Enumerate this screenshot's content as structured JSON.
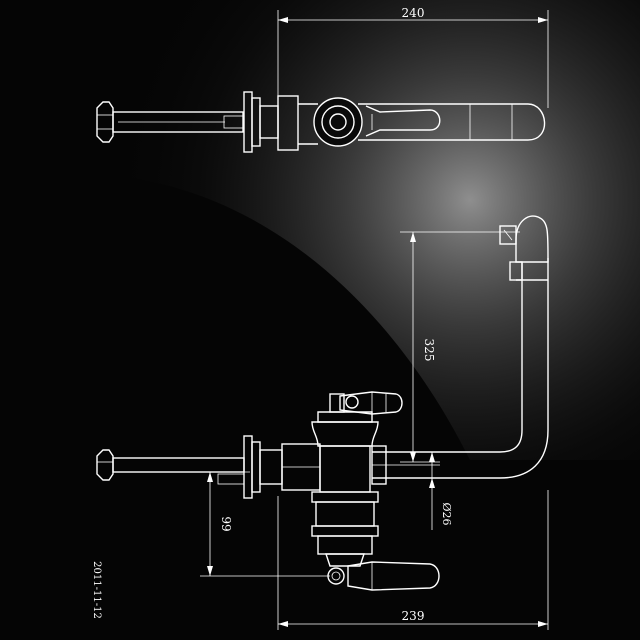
{
  "dimensions": {
    "top_width": "240",
    "spout_height": "325",
    "left_height": "99",
    "diameter": "Ø26",
    "bottom_width": "239"
  },
  "date": "2011-11-12",
  "colors": {
    "background": "#050505",
    "line": "#ffffff",
    "glow": "#ffffff"
  }
}
